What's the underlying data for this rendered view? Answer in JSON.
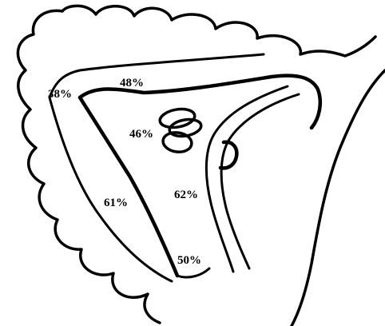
{
  "diagram": {
    "labels": {
      "l38": "38%",
      "l48": "48%",
      "l46": "46%",
      "l61": "61%",
      "l62": "62%",
      "l50": "50%"
    },
    "colors": {
      "stroke": "#000000",
      "background": "#ffffff"
    }
  }
}
